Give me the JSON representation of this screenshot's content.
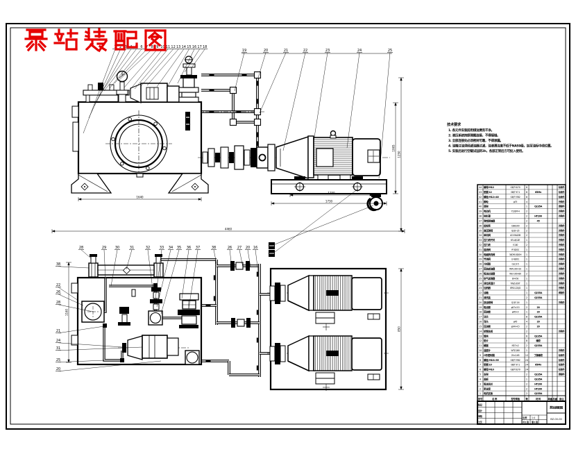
{
  "title": {
    "text": "泵站装配图"
  },
  "colors": {
    "accent": "#e60000",
    "ink": "#000000",
    "paper": "#ffffff"
  },
  "notes": {
    "heading": "技术要求",
    "lines": [
      "1. 各元件安装前用煤油清洗干净。",
      "2. 液压系统按原理图连接，不得接错。",
      "3. 全部连接处必须密封可靠，不得渗漏。",
      "4. 油箱注油须经滤油器过滤，油液清洁度不低于NAS9级，加至油标中线位置。",
      "5. 安装后进行空载试运转2h，各部正常后方可投入使用。"
    ]
  },
  "balloons": {
    "front_dense": [
      "1",
      "2",
      "3",
      "4",
      "5",
      "6",
      "7",
      "8",
      "9",
      "10",
      "11",
      "12",
      "13",
      "14",
      "15",
      "16",
      "17",
      "18"
    ],
    "front_sparse": [
      "19",
      "20",
      "21",
      "22",
      "23",
      "24",
      "25"
    ],
    "plan_left": [
      "38",
      "22",
      "26",
      "28",
      "21",
      "24",
      "31",
      "25",
      "20"
    ],
    "plan_top": [
      "28",
      "29",
      "30",
      "31",
      "32",
      "33",
      "34",
      "35",
      "36",
      "37",
      "38",
      "26",
      "27",
      "20",
      "16"
    ]
  },
  "dimensions": {
    "front": [
      "1640",
      "1250",
      "1730",
      "4460",
      "1065",
      "1250"
    ],
    "plan": [
      "1160",
      "850"
    ]
  },
  "parts_table": {
    "headers": [
      "序号",
      "名 称",
      "型号规格",
      "数",
      "材 料",
      "单重",
      "总重",
      "备注"
    ],
    "rows": [
      [
        "44",
        "螺母 M12",
        "GB/T 6170",
        "8",
        "",
        "",
        "",
        "标准件"
      ],
      [
        "43",
        "垫圈 12",
        "GB/T 97.1",
        "8",
        "65Mn",
        "",
        "",
        "标准件"
      ],
      [
        "42",
        "螺栓 M12×40",
        "GB/T 5782",
        "8",
        "",
        "",
        "",
        "标准件"
      ],
      [
        "41",
        "脚轮",
        "φ75",
        "4",
        "",
        "",
        "",
        "外购件"
      ],
      [
        "40",
        "底架",
        "",
        "1",
        "Q235A",
        "",
        "",
        "焊接件"
      ],
      [
        "39",
        "电动机",
        "Y132M-4",
        "2",
        "",
        "",
        "",
        "外购件"
      ],
      [
        "38",
        "钟形罩",
        "",
        "2",
        "HT200",
        "",
        "",
        "外购件"
      ],
      [
        "37",
        "弹性联轴器",
        "",
        "2",
        "45",
        "",
        "",
        ""
      ],
      [
        "36",
        "齿轮泵",
        "CB-B100",
        "2",
        "",
        "",
        "",
        "外购件"
      ],
      [
        "35",
        "高压球阀",
        "Q21F-25",
        "2",
        "",
        "",
        "",
        "外购件"
      ],
      [
        "34",
        "单向阀",
        "A1Y-Hb20B",
        "2",
        "",
        "",
        "",
        "外购件"
      ],
      [
        "33",
        "压力表开关",
        "KF-L8/12E",
        "1",
        "",
        "",
        "",
        "外购件"
      ],
      [
        "32",
        "压力表",
        "Y-100",
        "2",
        "",
        "",
        "",
        "外购件"
      ],
      [
        "31",
        "溢流阀",
        "YF-B20C",
        "1",
        "",
        "",
        "",
        "外购件"
      ],
      [
        "30",
        "电磁换向阀",
        "34DYO-B20H",
        "1",
        "",
        "",
        "",
        "外购件"
      ],
      [
        "29",
        "节流阀",
        "LF-B20C",
        "1",
        "",
        "",
        "",
        "外购件"
      ],
      [
        "28",
        "冷却器",
        "GLC3-5",
        "1",
        "",
        "",
        "",
        "外购件"
      ],
      [
        "27",
        "回油滤油器",
        "RFA-100×10",
        "1",
        "",
        "",
        "",
        "外购件"
      ],
      [
        "26",
        "吸油过滤器",
        "WU-100×80",
        "2",
        "",
        "",
        "",
        "外购件"
      ],
      [
        "25",
        "空气滤清器",
        "EF4-50",
        "1",
        "",
        "",
        "",
        "外购件"
      ],
      [
        "24",
        "液位液温计",
        "YWZ-200T",
        "1",
        "",
        "",
        "",
        "外购件"
      ],
      [
        "23",
        "加热器",
        "SRY2-220/2",
        "1",
        "",
        "",
        "",
        "外购件"
      ],
      [
        "22",
        "油箱",
        "",
        "1",
        "Q235A",
        "",
        "",
        "焊接件"
      ],
      [
        "21",
        "清洗盖",
        "",
        "2",
        "Q235A",
        "",
        "",
        ""
      ],
      [
        "20",
        "放油球阀",
        "Q11F-16",
        "1",
        "",
        "",
        "",
        "外购件"
      ],
      [
        "19",
        "吸油管",
        "φ57×3.5",
        "2",
        "20",
        "",
        "",
        ""
      ],
      [
        "18",
        "回油管",
        "φ45×3",
        "1",
        "20",
        "",
        "",
        ""
      ],
      [
        "17",
        "法兰",
        "",
        "8",
        "Q235A",
        "",
        "",
        ""
      ],
      [
        "16",
        "弯头",
        "φ45",
        "4",
        "20",
        "",
        "",
        ""
      ],
      [
        "15",
        "压油管",
        "φ34×4.5",
        "2",
        "20",
        "",
        "",
        ""
      ],
      [
        "14",
        "软管总成",
        "",
        "2",
        "",
        "",
        "",
        "外购件"
      ],
      [
        "13",
        "管夹",
        "",
        "6",
        "Q235A",
        "",
        "",
        ""
      ],
      [
        "12",
        "垫片",
        "",
        "8",
        "橡胶",
        "",
        "",
        ""
      ],
      [
        "11",
        "螺塞",
        "M27×2",
        "2",
        "Q235A",
        "",
        "",
        ""
      ],
      [
        "10",
        "温度计",
        "WTZ-280",
        "1",
        "",
        "",
        "",
        "外购件"
      ],
      [
        "9",
        "O形密封圈",
        "25×2.65",
        "12",
        "丁腈橡胶",
        "",
        "",
        "标准件"
      ],
      [
        "8",
        "螺栓 M10×35",
        "GB/T 5782",
        "24",
        "",
        "",
        "",
        "标准件"
      ],
      [
        "7",
        "垫圈 10",
        "GB/T 97.1",
        "24",
        "65Mn",
        "",
        "",
        "标准件"
      ],
      [
        "6",
        "螺母 M10",
        "GB/T 6170",
        "24",
        "",
        "",
        "",
        "标准件"
      ],
      [
        "5",
        "支架",
        "",
        "2",
        "Q235A",
        "",
        "",
        "焊接件"
      ],
      [
        "4",
        "盖板",
        "",
        "1",
        "Q235A",
        "",
        "",
        ""
      ],
      [
        "3",
        "吸油法兰",
        "",
        "2",
        "HT200",
        "",
        "",
        ""
      ],
      [
        "2",
        "泵支座",
        "",
        "2",
        "HT200",
        "",
        "",
        ""
      ],
      [
        "1",
        "电机支板",
        "",
        "2",
        "Q235A",
        "",
        "",
        ""
      ]
    ]
  },
  "title_block": {
    "sign_rows": [
      "标记",
      "设计",
      "审核",
      "工艺"
    ],
    "scale_label": "比例",
    "scale": "1:4",
    "sheet_a": "共 1 张",
    "sheet_b": "第 1 张",
    "name": "泵站装配图",
    "number": "BZ-00-00"
  }
}
